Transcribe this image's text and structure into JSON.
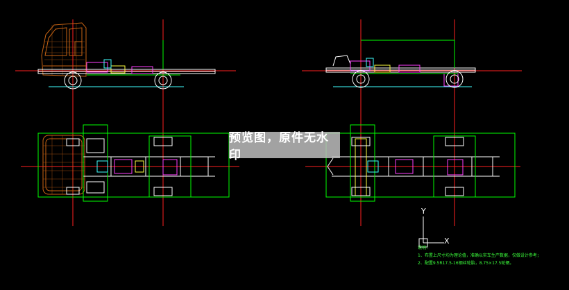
{
  "watermark": {
    "text": "预览图，原件无水印"
  },
  "ucs_icon": {
    "y_label": "Y",
    "x_label": "X"
  },
  "notes": {
    "heading": "说明：",
    "line1": "1、布置上尺寸均为理论值，准确以实车生产数据，仅做设计参考；",
    "line2": "2、配置9.5R17.5-16钢丝轮胎，8.75×17.5轮辋。"
  },
  "colors": {
    "background": "#000000",
    "centerline": "#ff2020",
    "outline": "#00ff00",
    "cab": "#c86414",
    "frame": "#ffffff",
    "component_magenta": "#ff40ff",
    "component_yellow": "#ffff40",
    "component_cyan": "#40ffff",
    "watermark_bg": "#bebebe"
  }
}
